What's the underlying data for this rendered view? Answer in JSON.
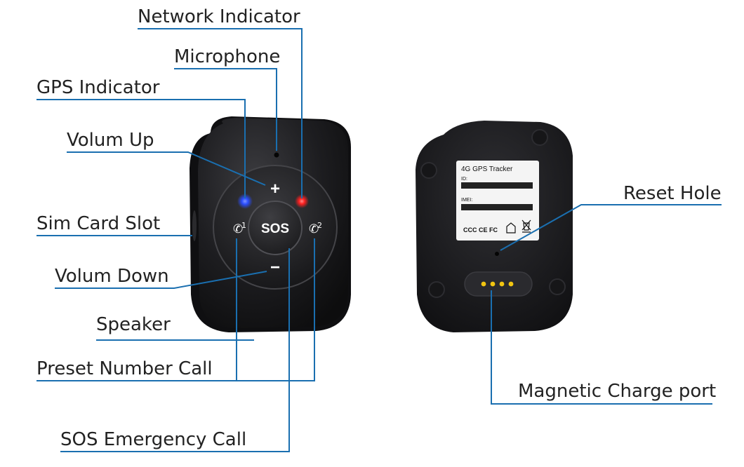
{
  "labels": {
    "network_indicator": "Network Indicator",
    "microphone": "Microphone",
    "gps_indicator": "GPS Indicator",
    "volume_up": "Volum Up",
    "sim_card_slot": "Sim Card Slot",
    "volume_down": "Volum Down",
    "speaker": "Speaker",
    "preset_number_call": "Preset Number Call",
    "sos_emergency_call": "SOS Emergency Call",
    "reset_hole": "Reset Hole",
    "magnetic_charge_port": "Magnetic Charge port"
  },
  "device_front": {
    "sos_button": "SOS",
    "plus_symbol": "+",
    "minus_symbol": "−",
    "call_key_1": "1",
    "call_key_2": "2"
  },
  "device_back": {
    "sticker_title": "4G GPS Tracker",
    "id_label": "ID:",
    "imei_label": "IMEI:",
    "cert_marks": "CCC CE FC"
  },
  "colors": {
    "leader_line": "#1a6fb0",
    "gps_led": "#2a4dff",
    "network_led": "#ff2020",
    "charge_pins": "#f2c511",
    "device_body": "#1b1b1d"
  }
}
